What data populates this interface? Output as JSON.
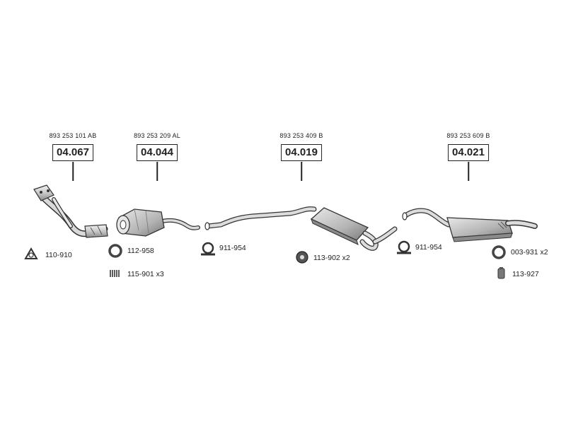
{
  "assemblies": [
    {
      "oe_number": "893 253 101 AB",
      "part_number": "04.067"
    },
    {
      "oe_number": "893 253 209 AL",
      "part_number": "04.044"
    },
    {
      "oe_number": "893 253 409 B",
      "part_number": "04.019"
    },
    {
      "oe_number": "893 253 609 B",
      "part_number": "04.021"
    }
  ],
  "accessories": [
    {
      "label": "110-910",
      "icon": "gasket-icon"
    },
    {
      "label": "112-958",
      "icon": "ring-gasket-icon"
    },
    {
      "label": "115-901 x3",
      "icon": "spring-icon"
    },
    {
      "label": "911-954",
      "icon": "clamp-icon"
    },
    {
      "label": "113-902 x2",
      "icon": "rubber-mount-icon"
    },
    {
      "label": "911-954",
      "icon": "clamp-icon"
    },
    {
      "label": "003-931 x2",
      "icon": "ring-gasket-icon"
    },
    {
      "label": "113-927",
      "icon": "hanger-icon"
    }
  ]
}
